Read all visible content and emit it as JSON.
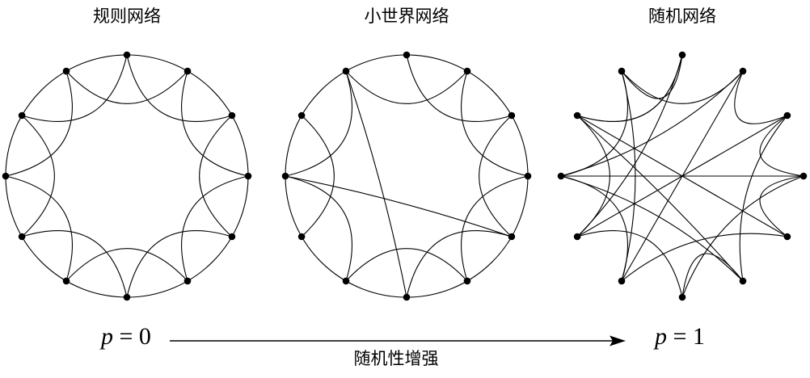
{
  "titles": {
    "regular": "规则网络",
    "small_world": "小世界网络",
    "random": "随机网络"
  },
  "p_left": {
    "variable": "p",
    "operator": "=",
    "value": "0"
  },
  "p_right": {
    "variable": "p",
    "operator": "=",
    "value": "1"
  },
  "axis_label": "随机性增强",
  "networks": {
    "nodes_per_ring": 12,
    "regular": {
      "ring_drawn": true,
      "edges": [
        [
          0,
          1
        ],
        [
          1,
          2
        ],
        [
          2,
          3
        ],
        [
          3,
          4
        ],
        [
          4,
          5
        ],
        [
          5,
          6
        ],
        [
          6,
          7
        ],
        [
          7,
          8
        ],
        [
          8,
          9
        ],
        [
          9,
          10
        ],
        [
          10,
          11
        ],
        [
          11,
          0
        ],
        [
          0,
          2
        ],
        [
          1,
          3
        ],
        [
          2,
          4
        ],
        [
          3,
          5
        ],
        [
          4,
          6
        ],
        [
          5,
          7
        ],
        [
          6,
          8
        ],
        [
          7,
          9
        ],
        [
          8,
          10
        ],
        [
          9,
          11
        ],
        [
          10,
          0
        ],
        [
          11,
          1
        ]
      ]
    },
    "small_world": {
      "ring_drawn": true,
      "edges": [
        [
          0,
          1
        ],
        [
          1,
          2
        ],
        [
          2,
          3
        ],
        [
          3,
          4
        ],
        [
          4,
          5
        ],
        [
          5,
          6
        ],
        [
          6,
          7
        ],
        [
          7,
          8
        ],
        [
          8,
          9
        ],
        [
          9,
          10
        ],
        [
          10,
          11
        ],
        [
          11,
          0
        ],
        [
          0,
          2
        ],
        [
          1,
          3
        ],
        [
          2,
          4
        ],
        [
          3,
          5
        ],
        [
          4,
          6
        ],
        [
          5,
          7
        ],
        [
          7,
          9
        ],
        [
          8,
          10
        ],
        [
          9,
          11
        ],
        [
          11,
          1
        ],
        [
          6,
          11
        ],
        [
          9,
          4
        ]
      ]
    },
    "random": {
      "ring_drawn": false,
      "edges": [
        [
          11,
          1
        ],
        [
          0,
          8
        ],
        [
          11,
          7
        ],
        [
          10,
          4
        ],
        [
          1,
          9
        ],
        [
          2,
          8
        ],
        [
          3,
          9
        ],
        [
          9,
          5
        ],
        [
          6,
          3
        ],
        [
          2,
          5
        ],
        [
          4,
          7
        ],
        [
          5,
          10
        ],
        [
          1,
          7
        ],
        [
          6,
          8
        ],
        [
          0,
          11
        ],
        [
          10,
          0
        ],
        [
          3,
          4
        ],
        [
          7,
          9
        ],
        [
          6,
          5
        ],
        [
          3,
          2
        ],
        [
          8,
          10
        ],
        [
          11,
          9
        ],
        [
          2,
          1
        ],
        [
          0,
          10
        ]
      ]
    }
  }
}
